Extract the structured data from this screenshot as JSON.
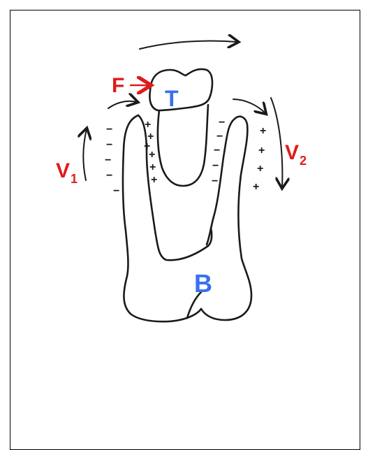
{
  "labels": {
    "top": "T",
    "bottom": "B",
    "force": "F",
    "v1_main": "V",
    "v1_sub": "1",
    "v2_main": "V",
    "v2_sub": "2"
  },
  "colors": {
    "blue": "#3a6ff0",
    "red": "#e01b1b",
    "ink": "#1a1a1a"
  },
  "charges": {
    "left_wall_outer": "−",
    "inner_left": "+",
    "inner_right": "−",
    "right_wall_outer": "+"
  }
}
